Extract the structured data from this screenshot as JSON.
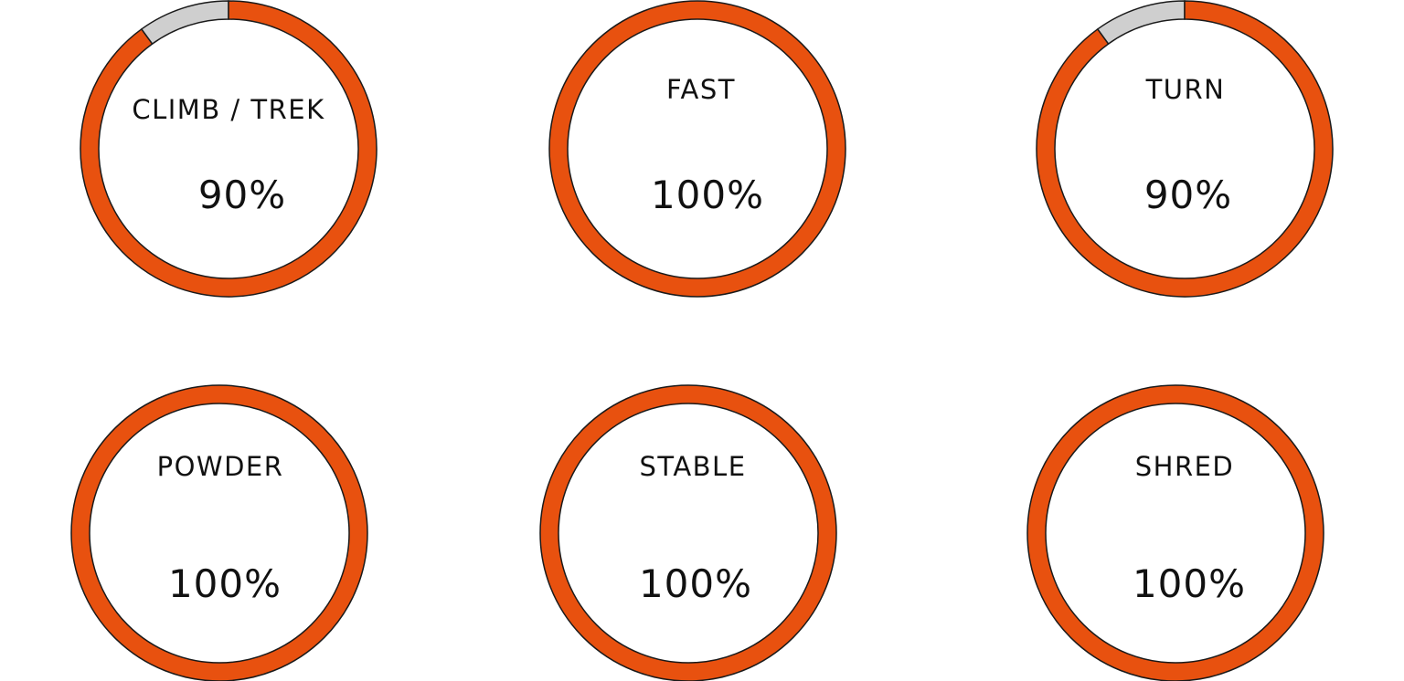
{
  "chart_data": {
    "type": "donut-gauges",
    "title": "",
    "colors": {
      "fill": "#e8510f",
      "track": "#cfcfcf",
      "outline": "#1a1a1a"
    },
    "gauges": [
      {
        "label": "CLIMB / TREK",
        "value": 90,
        "display": "90%"
      },
      {
        "label": "FAST",
        "value": 100,
        "display": "100%"
      },
      {
        "label": "TURN",
        "value": 90,
        "display": "90%"
      },
      {
        "label": "POWDER",
        "value": 100,
        "display": "100%"
      },
      {
        "label": "STABLE",
        "value": 100,
        "display": "100%"
      },
      {
        "label": "SHRED",
        "value": 100,
        "display": "100%"
      }
    ]
  }
}
